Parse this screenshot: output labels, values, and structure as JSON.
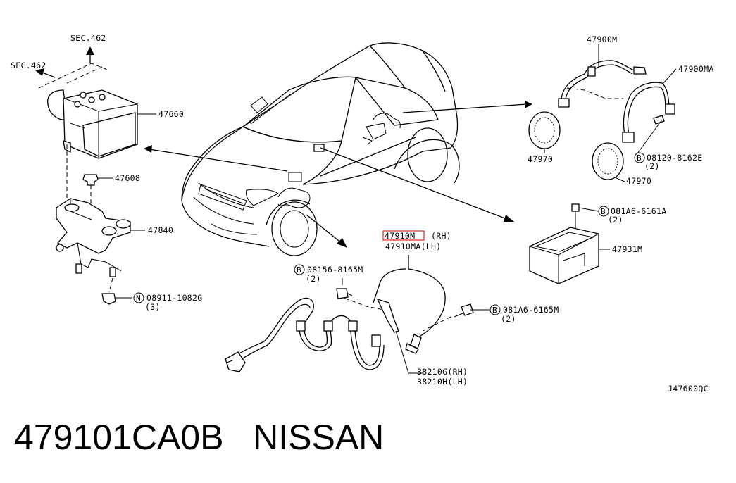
{
  "labels": {
    "sec_462_top": "SEC.462",
    "sec_462_left": "SEC.462",
    "p47660": "47660",
    "p47608": "47608",
    "p47840": "47840",
    "p08911": "08911-1082G",
    "p08911_qty": "(3)",
    "p08911_prefix": "N",
    "p47900m": "47900M",
    "p47900ma": "47900MA",
    "p47970_a": "47970",
    "p47970_b": "47970",
    "p08120": "08120-8162E",
    "p08120_qty": "(2)",
    "p08120_prefix": "B",
    "p081a6_6161": "081A6-6161A",
    "p081a6_6161_qty": "(2)",
    "p081a6_6161_prefix": "B",
    "p47931m": "47931M",
    "p47910m": "47910M",
    "p47910m_side": "(RH)",
    "p47910ma": "47910MA(LH)",
    "p08156": "08156-8165M",
    "p08156_qty": "(2)",
    "p08156_prefix": "B",
    "p081a6_6165": "081A6-6165M",
    "p081a6_6165_qty": "(2)",
    "p081a6_6165_prefix": "B",
    "p38210g": "38210G(RH)",
    "p38210h": "38210H(LH)",
    "diagram_code": "J47600QC"
  },
  "caption": "479101CA0B   NISSAN",
  "highlight_color": "#e53935"
}
